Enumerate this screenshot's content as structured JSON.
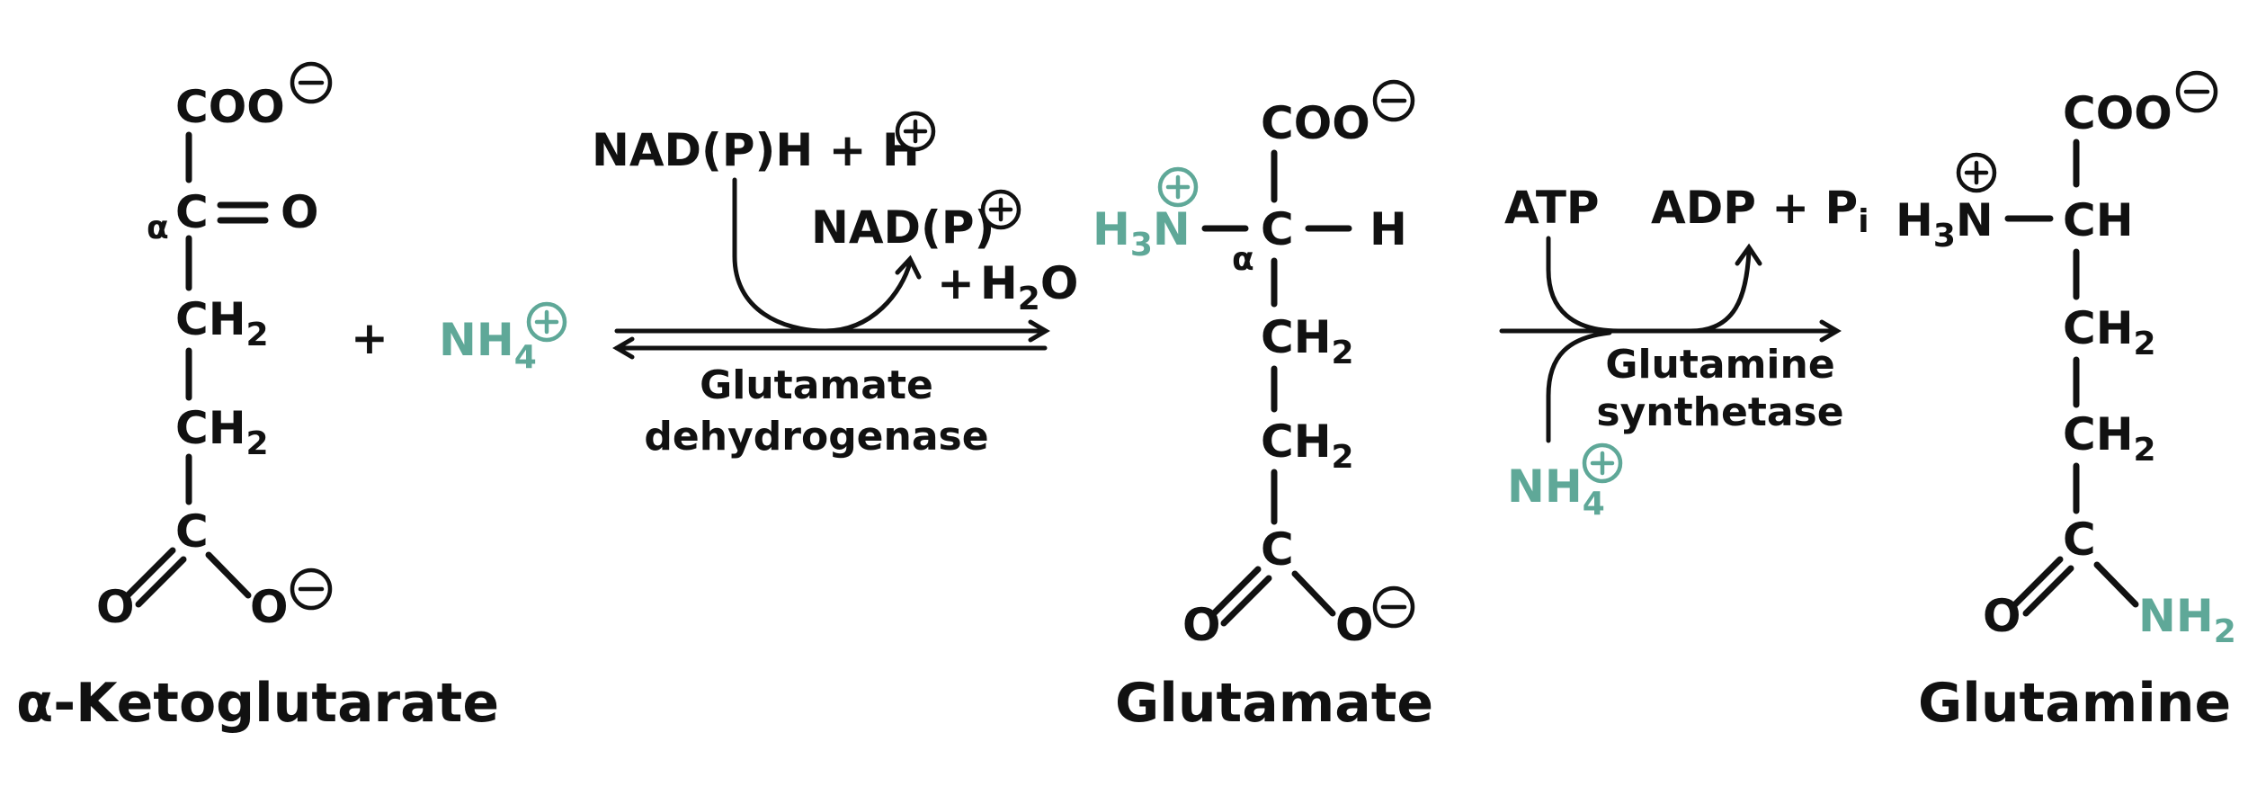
{
  "compounds": {
    "ketoglutarate": {
      "name": "α-Ketoglutarate",
      "alpha": "α",
      "top": "COO",
      "c_alpha": "C",
      "keto_o": "O",
      "ch2": "CH",
      "sub2": "2",
      "c_bottom": "C",
      "o_left": "O",
      "o_right": "O"
    },
    "glutamate": {
      "name": "Glutamate",
      "alpha": "α",
      "top": "COO",
      "h3": "H",
      "sub3": "3",
      "n": "N",
      "c_alpha": "C",
      "h": "H",
      "ch2": "CH",
      "sub2": "2",
      "c_bottom": "C",
      "o_left": "O",
      "o_right": "O"
    },
    "glutamine": {
      "name": "Glutamine",
      "top": "COO",
      "h3": "H",
      "sub3": "3",
      "n": "N",
      "ch": "CH",
      "ch2": "CH",
      "sub2": "2",
      "c_bottom": "C",
      "o_left": "O",
      "nh": "NH",
      "nh_sub": "2"
    }
  },
  "reagents": {
    "plus": "+",
    "nh4_1": "NH",
    "nh4_sub": "4",
    "nh4_2": "NH",
    "nadph": "NAD(P)H + H",
    "nadp": "NAD(P)",
    "water_plus": "+",
    "water_h": "H",
    "water_sub": "2",
    "water_o": "O",
    "atp": "ATP",
    "adp": "ADP + P",
    "pi_sub": "i"
  },
  "enzymes": {
    "gdh_line1": "Glutamate",
    "gdh_line2": "dehydrogenase",
    "gs_line1": "Glutamine",
    "gs_line2": "synthetase"
  },
  "colors": {
    "ink": "#111111",
    "ammonium_teal": "#5fa898"
  }
}
